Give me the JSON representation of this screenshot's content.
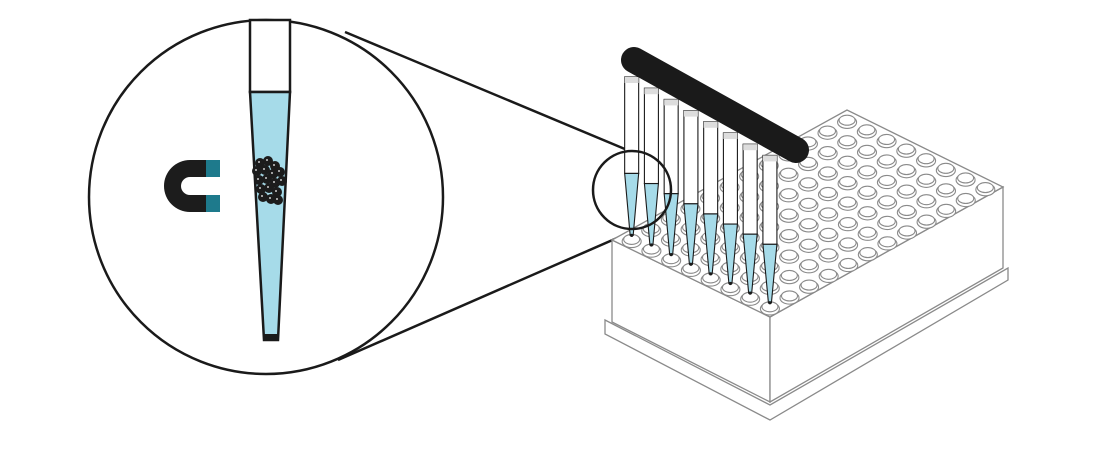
{
  "diagram": {
    "subject": "magnetic-bead-separation-in-pipette-tips",
    "plate_wells": {
      "rows": 8,
      "columns": 12
    },
    "tip_count": 8,
    "colors": {
      "liquid": "#a6dbe9",
      "outline": "#1a1a1a",
      "magnet_body": "#1c1c1c",
      "magnet_pole": "#1e7a8c",
      "plate_line": "#8a8a8a",
      "bar": "#1a1a1a"
    }
  }
}
